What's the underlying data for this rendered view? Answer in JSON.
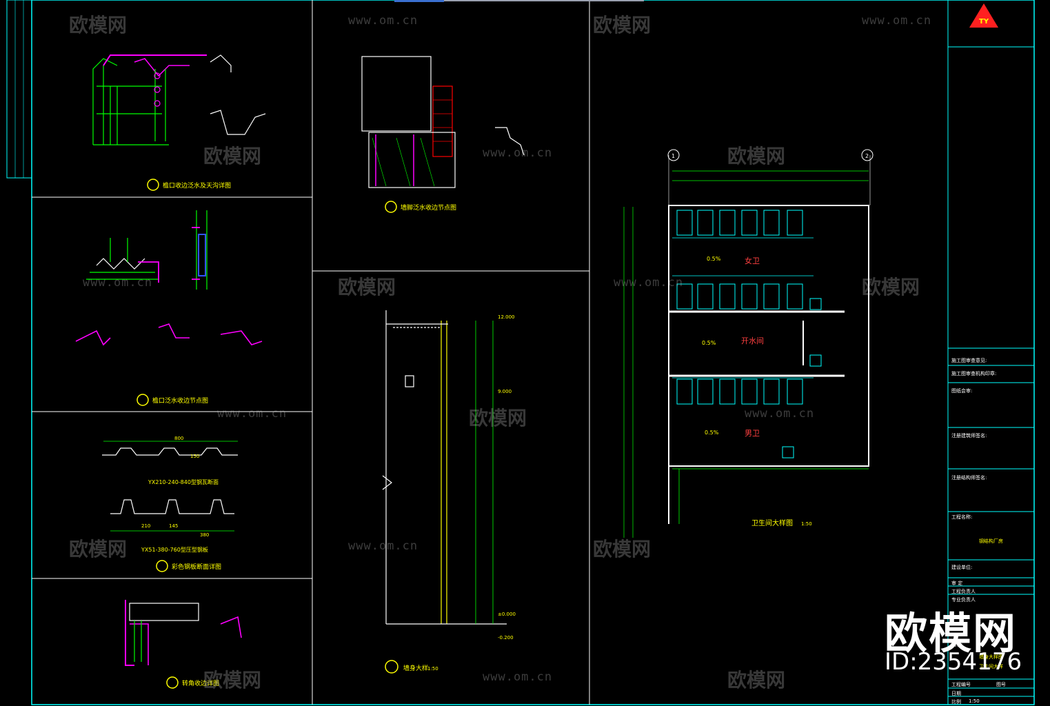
{
  "panels": {
    "p1_title": "檐口收边泛水及天沟详图",
    "p2_title": "檐口泛水收边节点图",
    "p3_title": "彩色钢板断面详图",
    "p4_title": "转角收边详图",
    "p5_title": "墙脚泛水收边节点图",
    "p6_title": "墙身大样",
    "p6_scale": "1:50",
    "p7_title": "卫生间大样图",
    "p7_scale": "1:50"
  },
  "profiles": {
    "p3_label1": "YX210-240-840型钢瓦断面",
    "p3_label2": "YX51-380-760型压型钢板",
    "dim_800": "800",
    "dim_150": "150",
    "dim_210": "210",
    "dim_145": "145",
    "dim_380": "380"
  },
  "elevations": {
    "top": "12.000",
    "mid": "9.000",
    "zero": "±0.000",
    "bottom": "-0.200"
  },
  "plan": {
    "room_women": "女卫",
    "room_boiler": "开水间",
    "room_men": "男卫",
    "slope": "0.5%",
    "axis_1": "1",
    "axis_2": "2"
  },
  "watermarks": {
    "brand": "欧模网",
    "url": "www.om.cn"
  },
  "overlay": {
    "brand": "欧模网",
    "id_label": "ID:2354176"
  },
  "title_block": {
    "logo": "TY",
    "project_label": "工程名称:",
    "project_name": "钢结构厂房",
    "rows": [
      "施工图审查意见:",
      "施工图审查机构印章:",
      "图纸会审:",
      "注册建筑师签名:",
      "注册结构师签名:",
      "建设单位:"
    ],
    "sign_rows": [
      "审 定",
      "工程负责人",
      "专业负责人"
    ],
    "drawing_label": "图名:",
    "drawing_names": [
      "墙身大样图",
      "卫生间大样"
    ],
    "bottom": {
      "project_no": "工程编号",
      "sheet": "图号",
      "date": "日期",
      "scale": "比例",
      "scale_val": "1:50"
    }
  },
  "colors": {
    "border": "#00ffff",
    "panel": "#ffffff",
    "dim": "#00ff00",
    "text": "#ffff00",
    "detail": "#ff00ff",
    "wall": "#ff0000",
    "fixture": "#00ffff"
  }
}
